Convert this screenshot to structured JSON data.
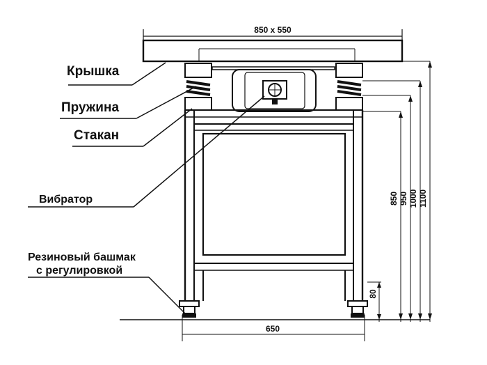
{
  "labels": {
    "lid": "Крышка",
    "spring": "Пружина",
    "cup": "Стакан",
    "vibrator": "Вибратор",
    "foot_line1": "Резиновый башмак",
    "foot_line2": "с регулировкой"
  },
  "dimensions": {
    "top_size": "850 x 550",
    "width_bottom": "650",
    "h_850": "850",
    "h_950": "950",
    "h_1000": "1000",
    "h_1100": "1100",
    "foot_80": "80"
  }
}
